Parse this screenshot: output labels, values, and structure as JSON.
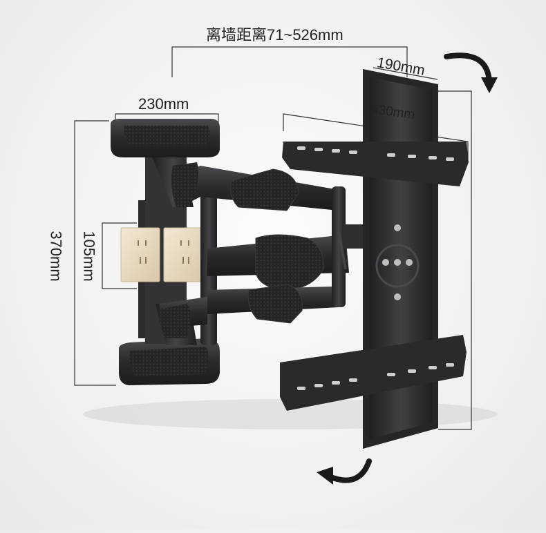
{
  "dimensions": {
    "wall_distance": "离墙距离71~526mm",
    "vesa_vertical": "190mm",
    "vesa_horizontal": "430mm",
    "wall_plate_width": "230mm",
    "wall_plate_height": "370mm",
    "outlet_gap": "105mm"
  },
  "colors": {
    "bracket": "#2b2b2d",
    "bracket_highlight": "#4a4a4d",
    "outlet_panel": "#e9dcc4",
    "arrow": "#1a1a1a"
  },
  "icons": {
    "rotate_cw": "rotate-clockwise-arrow",
    "rotate_ccw": "rotate-counterclockwise-arrow"
  }
}
